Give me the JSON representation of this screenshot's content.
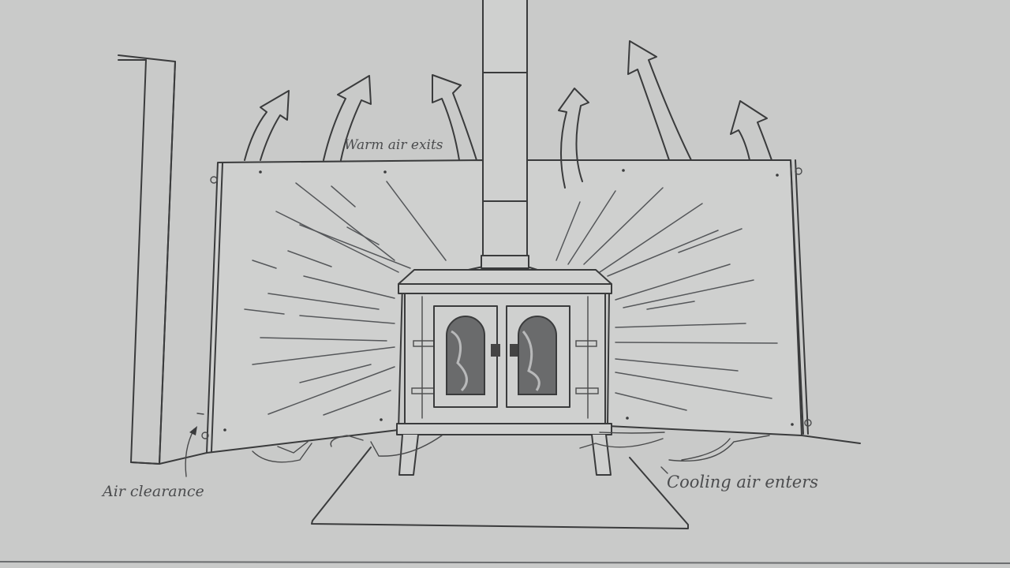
{
  "diagram": {
    "subject": "Wood stove with side heat shields showing convective airflow",
    "labels": {
      "warm_air": "Warm air exits",
      "air_clearance": "Air clearance",
      "cooling_air": "Cooling air enters"
    },
    "colors": {
      "paper": "#c9cac9",
      "ink": "#3a3b3c",
      "label": "#4b4c4e"
    },
    "components": [
      "wall",
      "left heat shield",
      "right heat shield",
      "stove pipe",
      "wood stove",
      "stove doors",
      "floor pad",
      "warm air arrows",
      "cooling air arrows"
    ]
  }
}
